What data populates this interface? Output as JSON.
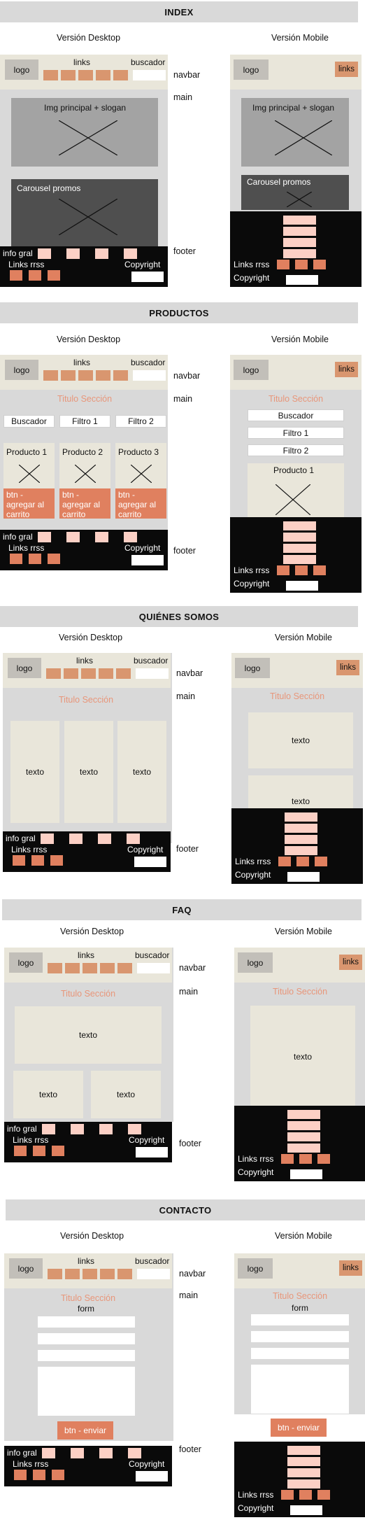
{
  "sections": {
    "index": "INDEX",
    "productos": "PRODUCTOS",
    "quienes": "QUIÉNES SOMOS",
    "faq": "FAQ",
    "contacto": "CONTACTO"
  },
  "labels": {
    "desktop": "Versión Desktop",
    "mobile": "Versión Mobile",
    "navbar": "navbar",
    "main": "main",
    "footer": "footer"
  },
  "nav": {
    "logo": "logo",
    "links": "links",
    "buscador": "buscador"
  },
  "footer": {
    "info": "info gral",
    "rrss": "Links rrss",
    "copyright": "Copyright"
  },
  "index": {
    "hero": "Img principal + slogan",
    "carousel": "Carousel promos"
  },
  "common": {
    "section_title": "Titulo Sección",
    "texto": "texto"
  },
  "productos": {
    "buscador": "Buscador",
    "filtro1": "Filtro 1",
    "filtro2": "Filtro 2",
    "products": [
      "Producto 1",
      "Producto 2",
      "Producto 3"
    ],
    "cart_btn": "btn - agregar al carrito"
  },
  "contacto": {
    "form": "form",
    "send_btn": "btn - enviar"
  },
  "colors": {
    "frame": "#d9d9d9",
    "navbar": "#e9e6da",
    "link": "#d9966f",
    "footer": "#0a0a0a",
    "pink": "#fcd0c5",
    "orange": "#e0805f",
    "title": "#e8967a"
  }
}
